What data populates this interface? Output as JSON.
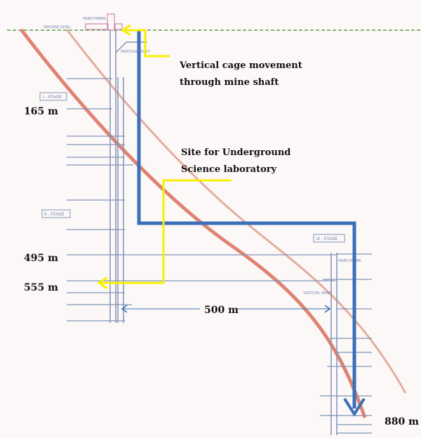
{
  "labels": {
    "head_frame": "HEAD FRAME",
    "ground_level": "GROUND LEVEL",
    "vertical_shaft": "VERTICAL SHAFT",
    "stage_1": "I - STAGE",
    "stage_2": "II - STAGE",
    "stage_3": "III - STAGE",
    "head_frame_right": "HEAD FRAME",
    "vertical_shaft_right": "VERTICAL SHAFT"
  },
  "annotations": {
    "cage_line1": "Vertical cage movement",
    "cage_line2": "through mine shaft",
    "lab_line1": "Site for  Underground",
    "lab_line2": "Science laboratory",
    "distance": "500 m"
  },
  "depths": {
    "d165": "165 m",
    "d495": "495 m",
    "d555": "555 m",
    "d880": "880 m"
  },
  "colors": {
    "cage_path": "#3b6fb8",
    "lab_path": "#f5f000",
    "lode": "#d9705c",
    "ground": "#5aa04a"
  }
}
